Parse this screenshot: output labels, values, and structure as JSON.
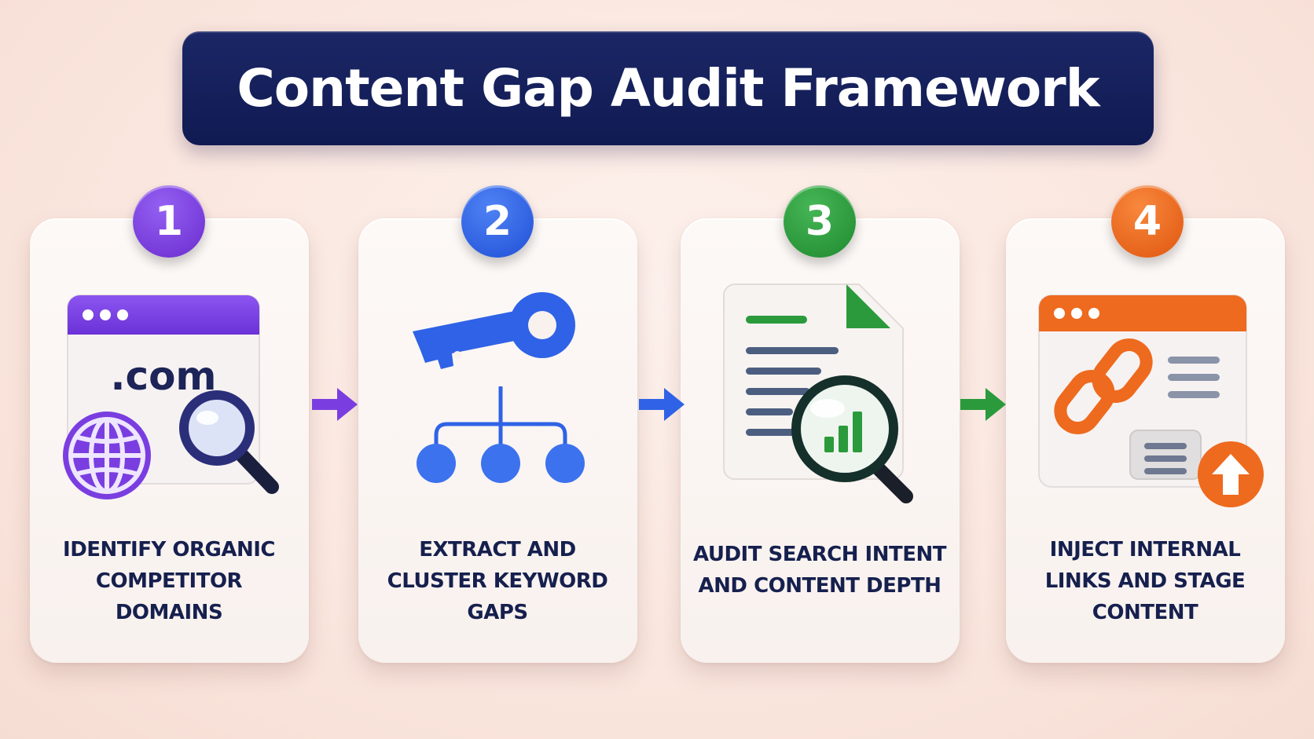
{
  "title": "Content Gap Audit Framework",
  "steps": [
    {
      "number": "1",
      "label": "IDENTIFY ORGANIC COMPETITOR DOMAINS",
      "color": "#7a3ee0",
      "icon": "browser-globe-magnifier-icon",
      "icon_text": ".com"
    },
    {
      "number": "2",
      "label": "EXTRACT AND CLUSTER KEYWORD GAPS",
      "color": "#2f62e6",
      "icon": "key-cluster-icon"
    },
    {
      "number": "3",
      "label": "AUDIT SEARCH INTENT AND CONTENT DEPTH",
      "color": "#2b9a3c",
      "icon": "document-magnifier-chart-icon"
    },
    {
      "number": "4",
      "label": "INJECT INTERNAL LINKS AND STAGE CONTENT",
      "color": "#ee6a1e",
      "icon": "browser-link-upload-icon"
    }
  ]
}
